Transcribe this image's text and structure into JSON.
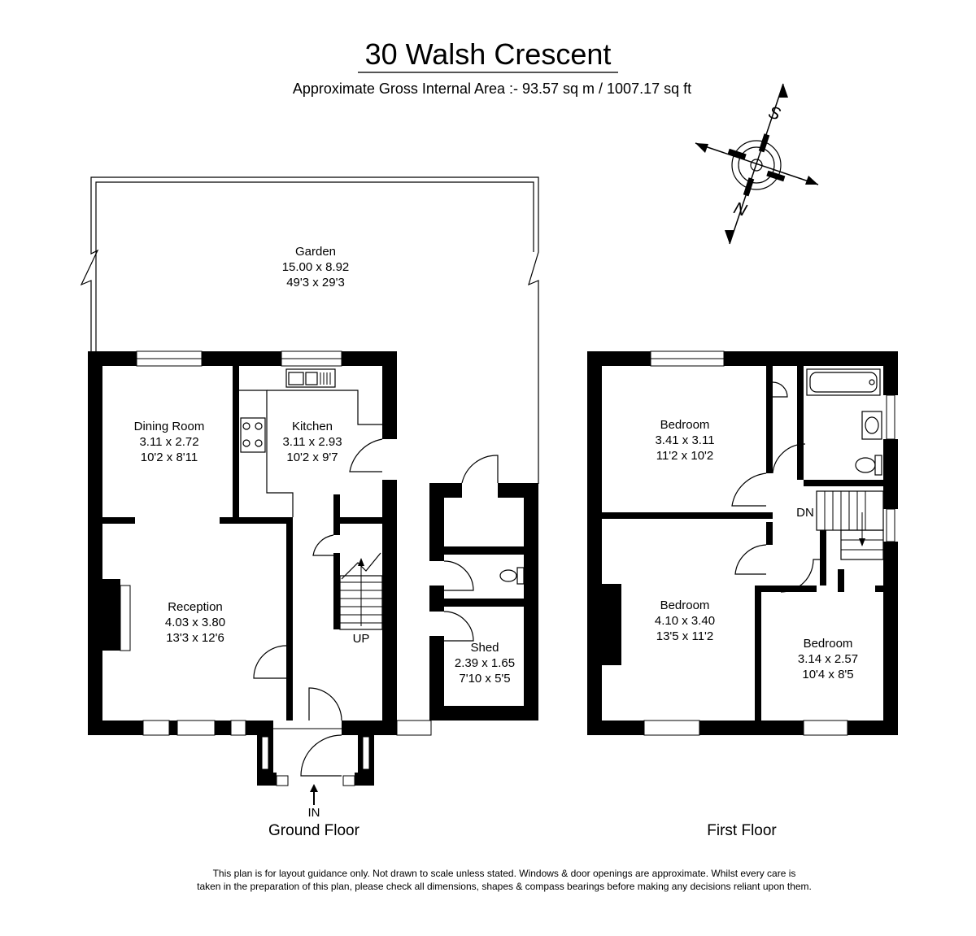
{
  "header": {
    "title": "30 Walsh Crescent",
    "area": "Approximate Gross Internal Area :- 93.57 sq m / 1007.17 sq ft"
  },
  "compass": {
    "south": "S",
    "north": "N"
  },
  "ground_floor": {
    "label": "Ground Floor",
    "rooms": [
      {
        "name": "Garden",
        "metric": "15.00 x 8.92",
        "imperial": "49'3 x 29'3"
      },
      {
        "name": "Dining Room",
        "metric": "3.11 x 2.72",
        "imperial": "10'2 x 8'11"
      },
      {
        "name": "Kitchen",
        "metric": "3.11 x 2.93",
        "imperial": "10'2 x 9'7"
      },
      {
        "name": "Reception",
        "metric": "4.03 x 3.80",
        "imperial": "13'3 x 12'6"
      },
      {
        "name": "Shed",
        "metric": "2.39 x 1.65",
        "imperial": "7'10 x 5'5"
      }
    ],
    "stairs": "UP",
    "entrance": "IN"
  },
  "first_floor": {
    "label": "First Floor",
    "rooms": [
      {
        "name": "Bedroom",
        "metric": "3.41 x 3.11",
        "imperial": "11'2 x 10'2"
      },
      {
        "name": "Bedroom",
        "metric": "4.10 x 3.40",
        "imperial": "13'5 x 11'2"
      },
      {
        "name": "Bedroom",
        "metric": "3.14 x 2.57",
        "imperial": "10'4 x 8'5"
      }
    ],
    "stairs": "DN"
  },
  "disclaimer": {
    "line1": "This plan is for layout guidance only. Not drawn to scale unless stated. Windows & door openings are approximate. Whilst every care is",
    "line2": "taken in the preparation of this plan, please check all dimensions, shapes & compass bearings before making any decisions reliant upon them."
  }
}
